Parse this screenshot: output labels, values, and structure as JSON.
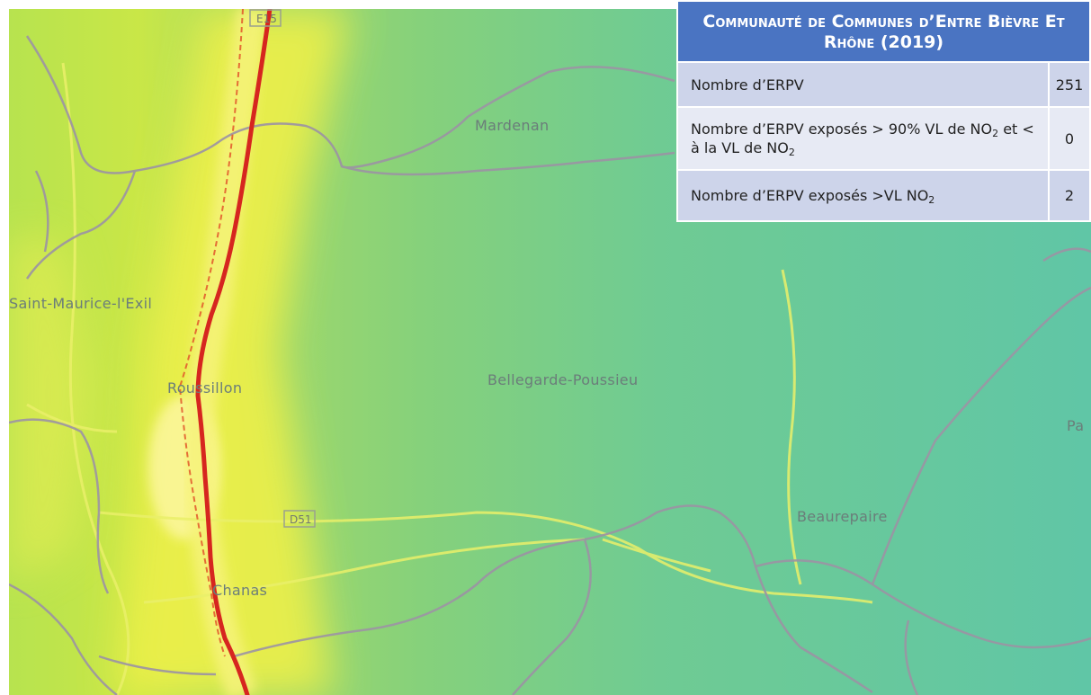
{
  "map": {
    "places": {
      "mardenan": "Mardenan",
      "saint_maurice": "Saint-Maurice-l'Exil",
      "roussillon": "Roussillon",
      "bellegarde": "Bellegarde-Poussieu",
      "beaurepaire": "Beaurepaire",
      "chanas": "Chanas",
      "pa_partial": "Pa"
    },
    "road_labels": {
      "e15": "E15",
      "d51": "D51"
    },
    "colors": {
      "hotspot_red": "#d6261f",
      "high_yellow": "#f2f04a",
      "background_teal": "#63c9a6",
      "boundary_grey": "#9c93a4"
    }
  },
  "table": {
    "title": "Communauté de Communes d’Entre Bièvre Et Rhône (2019)",
    "rows": [
      {
        "label": "Nombre d’ERPV",
        "value": "251"
      },
      {
        "label_prefix": "Nombre d’ERPV exposés > 90% VL de NO",
        "sub": "2",
        "label_mid": " et < à la VL de NO",
        "sub2": "2",
        "value": "0"
      },
      {
        "label_prefix": "Nombre d’ERPV exposés >VL NO",
        "sub": "2",
        "value": "2"
      }
    ],
    "colors": {
      "header": "#4a74c2",
      "row_dark": "#cdd4ea",
      "row_light": "#e7eaf4"
    }
  }
}
